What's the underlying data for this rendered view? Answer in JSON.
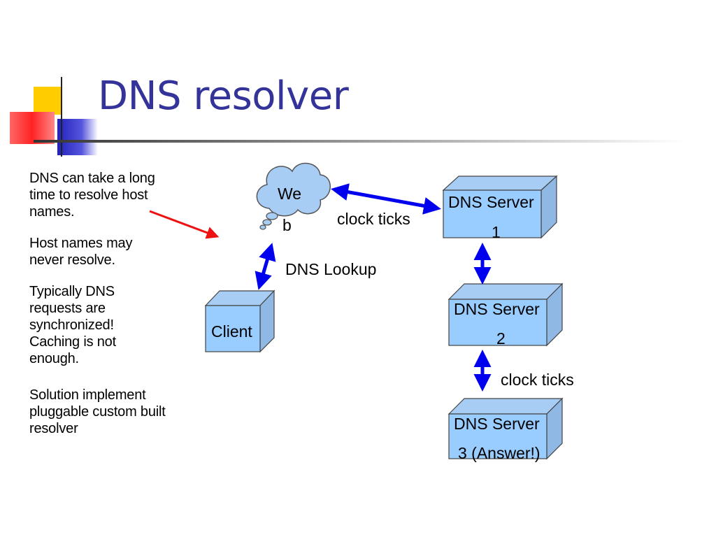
{
  "slide": {
    "title": "DNS resolver",
    "bullets": [
      "DNS can take a long time to resolve host names.",
      "Host names may never resolve.",
      "Typically DNS requests are synchronized! Caching is not enough.",
      "Solution implement pluggable custom built resolver"
    ]
  },
  "diagram": {
    "cloud": {
      "line1": "We",
      "line2": "b"
    },
    "client": "Client",
    "server1": {
      "line1": "DNS Server",
      "line2": "1"
    },
    "server2": {
      "line1": "DNS Server",
      "line2": "2"
    },
    "server3": {
      "line1": "DNS Server",
      "line2": "3 (Answer!)"
    },
    "label_clock_ticks_top": "clock ticks",
    "label_dns_lookup": "DNS Lookup",
    "label_clock_ticks_bottom": "clock ticks"
  },
  "colors": {
    "title": "#333399",
    "box_fill": "#99ccff",
    "arrow_blue": "#0000ee",
    "arrow_red": "#ee1111",
    "accent_yellow": "#ffcc00",
    "accent_red": "#ff3333",
    "accent_blue": "#3333cc"
  }
}
